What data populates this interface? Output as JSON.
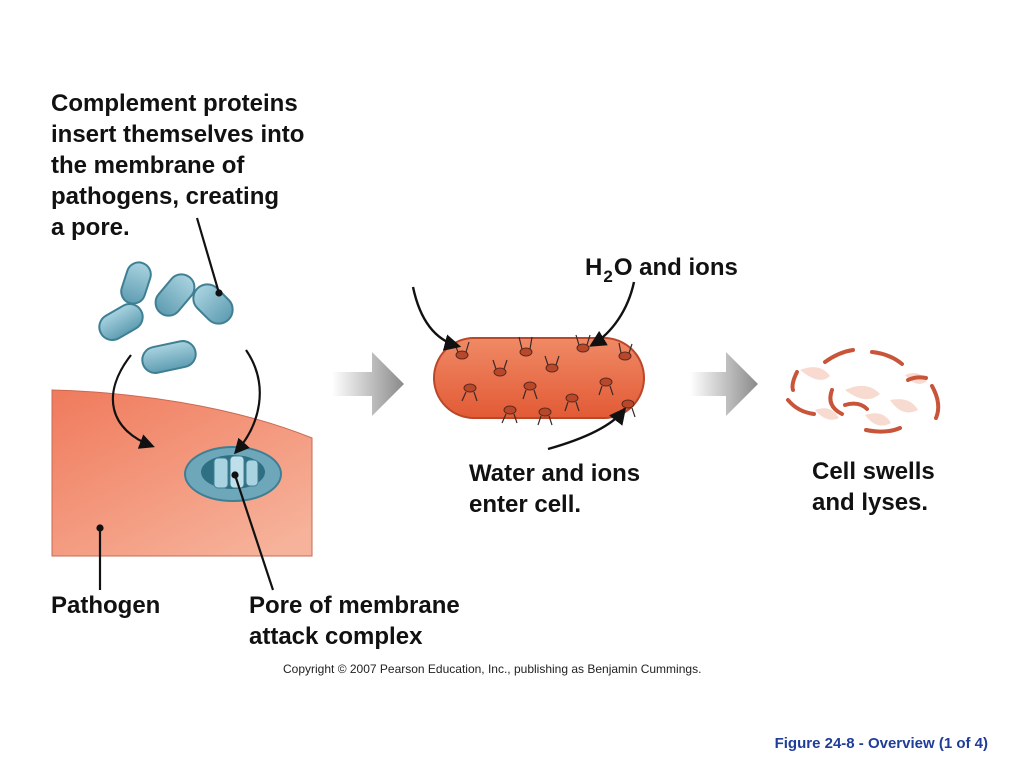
{
  "labels": {
    "complement": "Complement proteins\ninsert themselves into\nthe membrane of\npathogens, creating\na pore.",
    "h2o_prefix": "H",
    "h2o_sub": "2",
    "h2o_suffix": "O and ions",
    "water_enter": "Water and ions\nenter cell.",
    "swells": "Cell swells\nand lyses.",
    "pathogen": "Pathogen",
    "pore": "Pore of membrane\nattack complex"
  },
  "copyright": "Copyright © 2007 Pearson Education, Inc., publishing as Benjamin Cummings.",
  "caption": "Figure 24-8 - Overview (1 of 4)",
  "icons": [
    "complement-protein-icon",
    "membrane-pore-icon",
    "process-arrow-icon",
    "lysed-cell-fragment-icon"
  ],
  "colors": {
    "complement_protein": "#7fb5c6",
    "pathogen_membrane": "#ef8a6c",
    "swelling_cell": "#e8643f",
    "lysed_fragment": "#c8553a",
    "process_arrow": "#8a8a8a",
    "caption": "#1f3d99"
  }
}
